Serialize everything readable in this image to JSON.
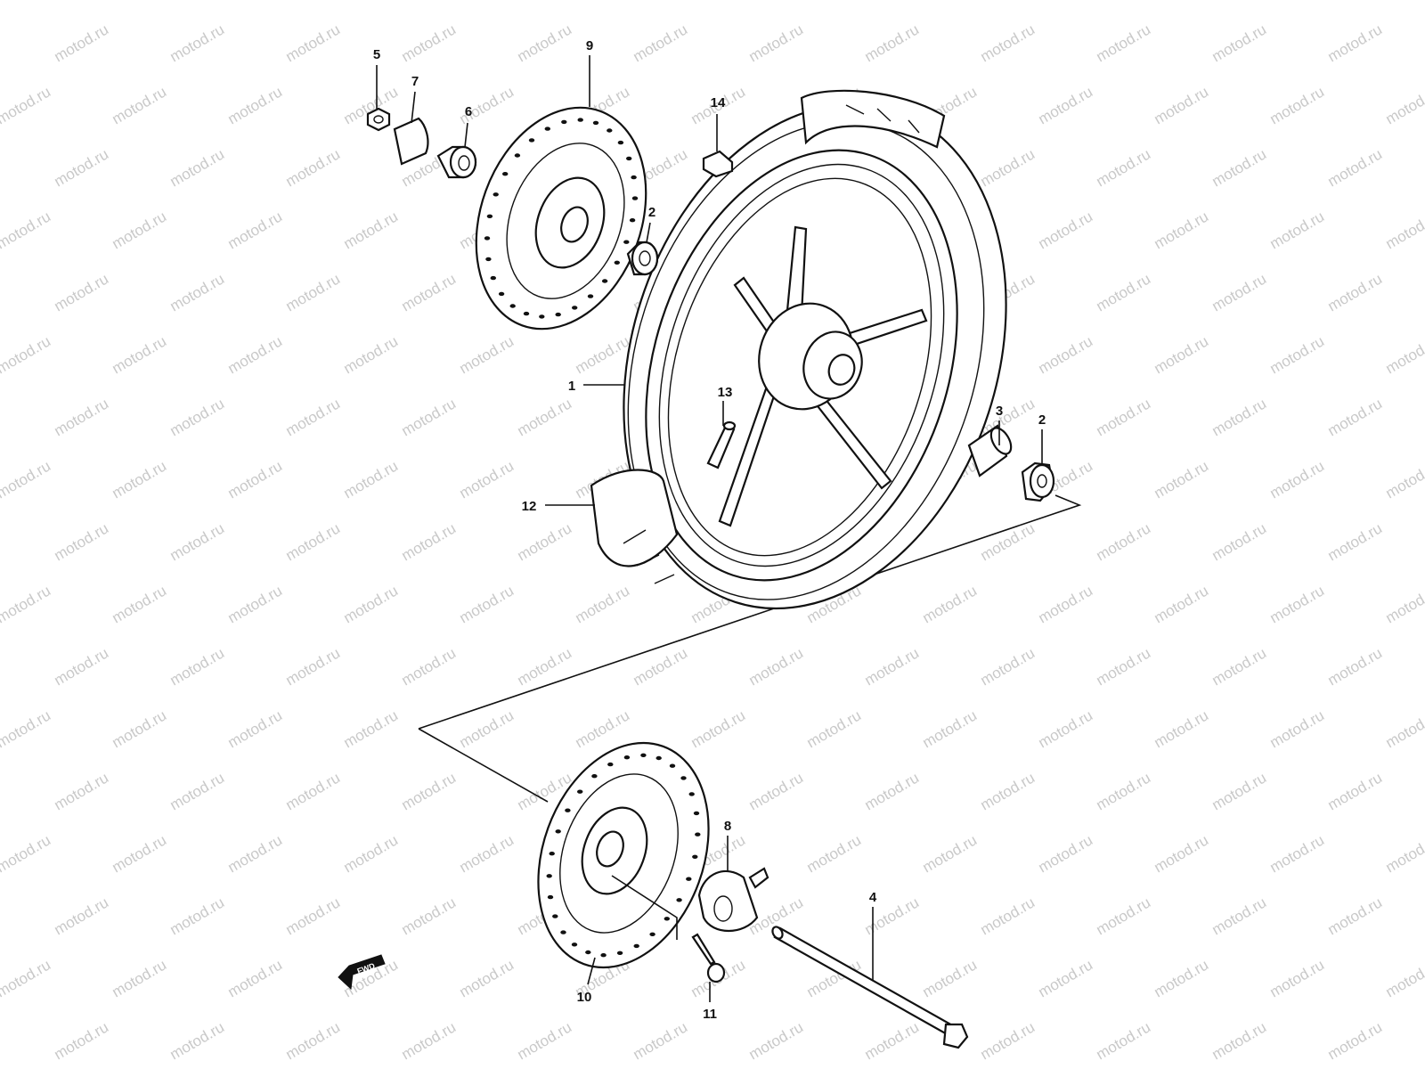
{
  "watermark": "motod.ru",
  "callouts": {
    "c1": "1",
    "c2a": "2",
    "c2b": "2",
    "c3": "3",
    "c4": "4",
    "c5": "5",
    "c6": "6",
    "c7": "7",
    "c8": "8",
    "c9": "9",
    "c10": "10",
    "c11": "11",
    "c12": "12",
    "c13": "13",
    "c14": "14"
  },
  "direction_label": "FWD",
  "colors": {
    "ink": "#111111",
    "watermark": "#c9c9c9",
    "background": "#ffffff"
  }
}
